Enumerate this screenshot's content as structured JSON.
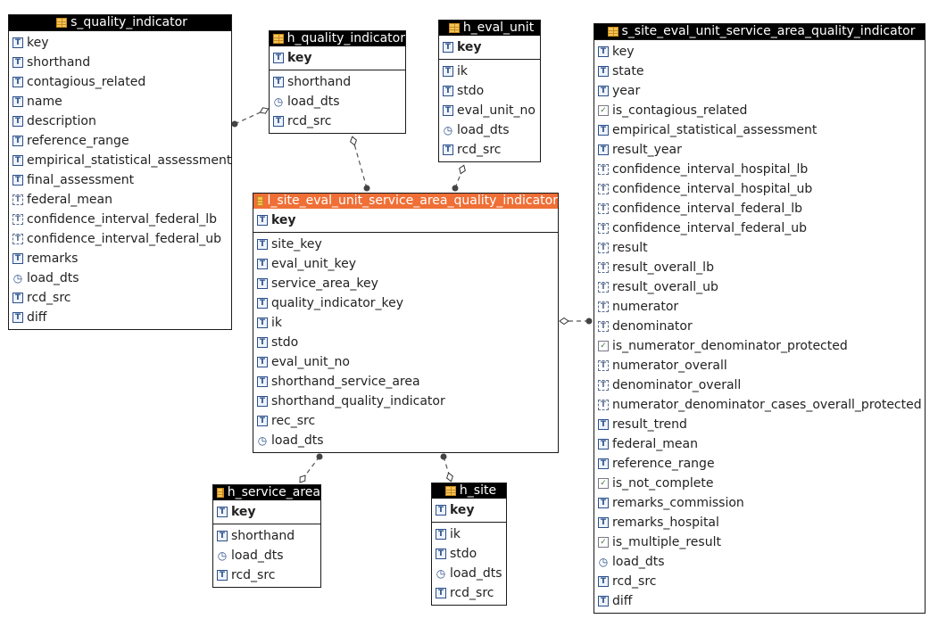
{
  "entities": {
    "s_quality_indicator": {
      "title": "s_quality_indicator",
      "key_fields": [],
      "fields": [
        {
          "name": "key",
          "type": "text"
        },
        {
          "name": "shorthand",
          "type": "text"
        },
        {
          "name": "contagious_related",
          "type": "text"
        },
        {
          "name": "name",
          "type": "text"
        },
        {
          "name": "description",
          "type": "text"
        },
        {
          "name": "reference_range",
          "type": "text"
        },
        {
          "name": "empirical_statistical_assessment",
          "type": "text"
        },
        {
          "name": "final_assessment",
          "type": "text"
        },
        {
          "name": "federal_mean",
          "type": "number"
        },
        {
          "name": "confidence_interval_federal_lb",
          "type": "number"
        },
        {
          "name": "confidence_interval_federal_ub",
          "type": "number"
        },
        {
          "name": "remarks",
          "type": "text"
        },
        {
          "name": "load_dts",
          "type": "datetime"
        },
        {
          "name": "rcd_src",
          "type": "text"
        },
        {
          "name": "diff",
          "type": "text"
        }
      ]
    },
    "h_quality_indicator": {
      "title": "h_quality_indicator",
      "key_fields": [
        {
          "name": "key",
          "type": "text"
        }
      ],
      "fields": [
        {
          "name": "shorthand",
          "type": "text"
        },
        {
          "name": "load_dts",
          "type": "datetime"
        },
        {
          "name": "rcd_src",
          "type": "text"
        }
      ]
    },
    "h_eval_unit": {
      "title": "h_eval_unit",
      "key_fields": [
        {
          "name": "key",
          "type": "text"
        }
      ],
      "fields": [
        {
          "name": "ik",
          "type": "text"
        },
        {
          "name": "stdo",
          "type": "text"
        },
        {
          "name": "eval_unit_no",
          "type": "text"
        },
        {
          "name": "load_dts",
          "type": "datetime"
        },
        {
          "name": "rcd_src",
          "type": "text"
        }
      ]
    },
    "l_site_eval_unit_service_area_quality_indicator": {
      "title": "l_site_eval_unit_service_area_quality_indicator",
      "key_fields": [
        {
          "name": "key",
          "type": "text"
        }
      ],
      "fields": [
        {
          "name": "site_key",
          "type": "text"
        },
        {
          "name": "eval_unit_key",
          "type": "text"
        },
        {
          "name": "service_area_key",
          "type": "text"
        },
        {
          "name": "quality_indicator_key",
          "type": "text"
        },
        {
          "name": "ik",
          "type": "text"
        },
        {
          "name": "stdo",
          "type": "text"
        },
        {
          "name": "eval_unit_no",
          "type": "text"
        },
        {
          "name": "shorthand_service_area",
          "type": "text"
        },
        {
          "name": "shorthand_quality_indicator",
          "type": "text"
        },
        {
          "name": "rec_src",
          "type": "text"
        },
        {
          "name": "load_dts",
          "type": "datetime"
        }
      ]
    },
    "s_site_eval_unit_service_area_quality_indicator": {
      "title": "s_site_eval_unit_service_area_quality_indicator",
      "key_fields": [],
      "fields": [
        {
          "name": "key",
          "type": "text"
        },
        {
          "name": "state",
          "type": "text"
        },
        {
          "name": "year",
          "type": "text"
        },
        {
          "name": "is_contagious_related",
          "type": "bool"
        },
        {
          "name": "empirical_statistical_assessment",
          "type": "text"
        },
        {
          "name": "result_year",
          "type": "text"
        },
        {
          "name": "confidence_interval_hospital_lb",
          "type": "number"
        },
        {
          "name": "confidence_interval_hospital_ub",
          "type": "number"
        },
        {
          "name": "confidence_interval_federal_lb",
          "type": "number"
        },
        {
          "name": "confidence_interval_federal_ub",
          "type": "number"
        },
        {
          "name": "result",
          "type": "number"
        },
        {
          "name": "result_overall_lb",
          "type": "number"
        },
        {
          "name": "result_overall_ub",
          "type": "number"
        },
        {
          "name": "numerator",
          "type": "number"
        },
        {
          "name": "denominator",
          "type": "number"
        },
        {
          "name": "is_numerator_denominator_protected",
          "type": "bool"
        },
        {
          "name": "numerator_overall",
          "type": "number"
        },
        {
          "name": "denominator_overall",
          "type": "number"
        },
        {
          "name": "numerator_denominator_cases_overall_protected",
          "type": "number"
        },
        {
          "name": "result_trend",
          "type": "text"
        },
        {
          "name": "federal_mean",
          "type": "text"
        },
        {
          "name": "reference_range",
          "type": "text"
        },
        {
          "name": "is_not_complete",
          "type": "bool"
        },
        {
          "name": "remarks_commission",
          "type": "text"
        },
        {
          "name": "remarks_hospital",
          "type": "text"
        },
        {
          "name": "is_multiple_result",
          "type": "bool"
        },
        {
          "name": "load_dts",
          "type": "datetime"
        },
        {
          "name": "rcd_src",
          "type": "text"
        },
        {
          "name": "diff",
          "type": "text"
        }
      ]
    },
    "h_service_area": {
      "title": "h_service_area",
      "key_fields": [
        {
          "name": "key",
          "type": "text"
        }
      ],
      "fields": [
        {
          "name": "shorthand",
          "type": "text"
        },
        {
          "name": "load_dts",
          "type": "datetime"
        },
        {
          "name": "rcd_src",
          "type": "text"
        }
      ]
    },
    "h_site": {
      "title": "h_site",
      "key_fields": [
        {
          "name": "key",
          "type": "text"
        }
      ],
      "fields": [
        {
          "name": "ik",
          "type": "text"
        },
        {
          "name": "stdo",
          "type": "text"
        },
        {
          "name": "load_dts",
          "type": "datetime"
        },
        {
          "name": "rcd_src",
          "type": "text"
        }
      ]
    }
  },
  "relationships": [
    {
      "from": "s_quality_indicator",
      "to": "h_quality_indicator"
    },
    {
      "from": "l_site_eval_unit_service_area_quality_indicator",
      "to": "h_quality_indicator"
    },
    {
      "from": "l_site_eval_unit_service_area_quality_indicator",
      "to": "h_eval_unit"
    },
    {
      "from": "s_site_eval_unit_service_area_quality_indicator",
      "to": "l_site_eval_unit_service_area_quality_indicator"
    },
    {
      "from": "l_site_eval_unit_service_area_quality_indicator",
      "to": "h_service_area"
    },
    {
      "from": "l_site_eval_unit_service_area_quality_indicator",
      "to": "h_site"
    }
  ],
  "icons": {
    "table": "table-icon",
    "text": "text-field-icon",
    "number": "numeric-field-icon",
    "bool": "checkbox-field-icon",
    "datetime": "timestamp-field-icon"
  },
  "colors": {
    "title_bar": "#000000",
    "link_title_bar": "#ef6f36",
    "line": "#555555"
  }
}
